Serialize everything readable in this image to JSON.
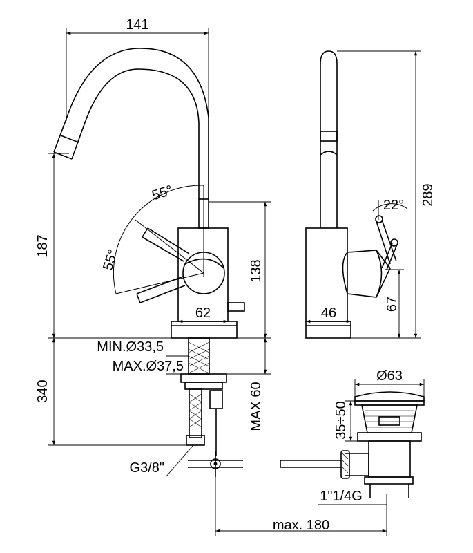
{
  "dimensions": {
    "spout_reach": "141",
    "total_height": "187",
    "lever_angle_top": "55°",
    "lever_angle_bottom": "55°",
    "body_height": "138",
    "body_width": "62",
    "side_width": "46",
    "side_angle": "22°",
    "side_total_height": "289",
    "side_lever_height": "67",
    "hole_min": "MIN.Ø33,5",
    "hole_max": "MAX.Ø37,5",
    "below_counter": "340",
    "max_thickness": "MAX 60",
    "connector": "G3/8\"",
    "waste_diameter": "Ø63",
    "waste_range": "35÷50",
    "waste_thread": "1\"1/4G",
    "rod_reach": "max. 180"
  },
  "colors": {
    "line": "#000000",
    "background": "#ffffff"
  }
}
